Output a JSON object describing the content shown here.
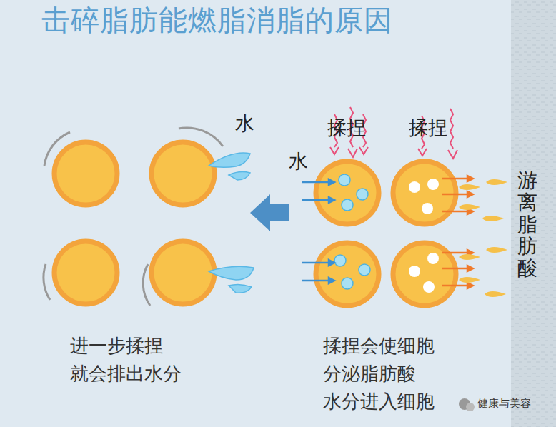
{
  "diagram": {
    "title": "击碎脂肪能燃脂消脂的原因",
    "labels": [
      "水",
      "水",
      "揉捏",
      "揉捏",
      "游离脂肪酸",
      "进一步揉捏 就会排出水分",
      "揉捏会使细胞 分泌脂肪酸 水分进入细胞",
      "健康与美容"
    ]
  }
}
